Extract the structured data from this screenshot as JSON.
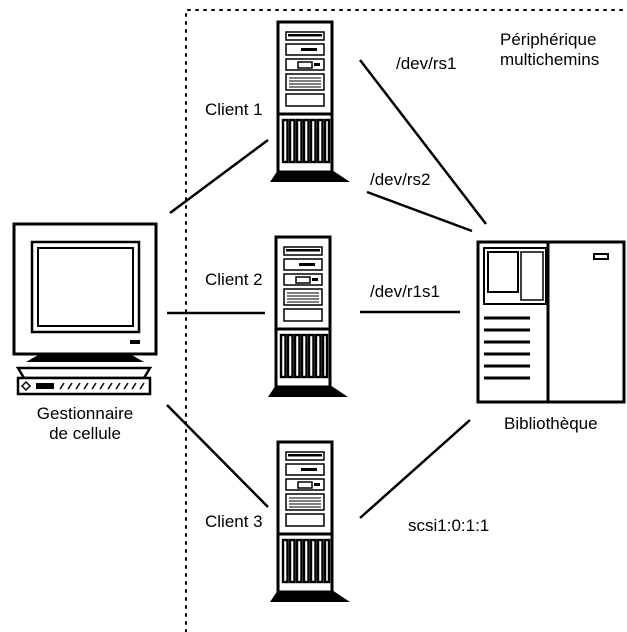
{
  "diagram": {
    "multipath_device_label": [
      "Périphérique",
      "multichemins"
    ],
    "clients": [
      {
        "id": "client-1",
        "label": "Client 1"
      },
      {
        "id": "client-2",
        "label": "Client 2"
      },
      {
        "id": "client-3",
        "label": "Client 3"
      }
    ],
    "cell_manager_label": [
      "Gestionnaire",
      "de cellule"
    ],
    "library_label": "Bibliothèque",
    "paths": {
      "rs1": "/dev/rs1",
      "rs2": "/dev/rs2",
      "r1s1": "/dev/r1s1",
      "scsi": "scsi1:0:1:1"
    }
  }
}
